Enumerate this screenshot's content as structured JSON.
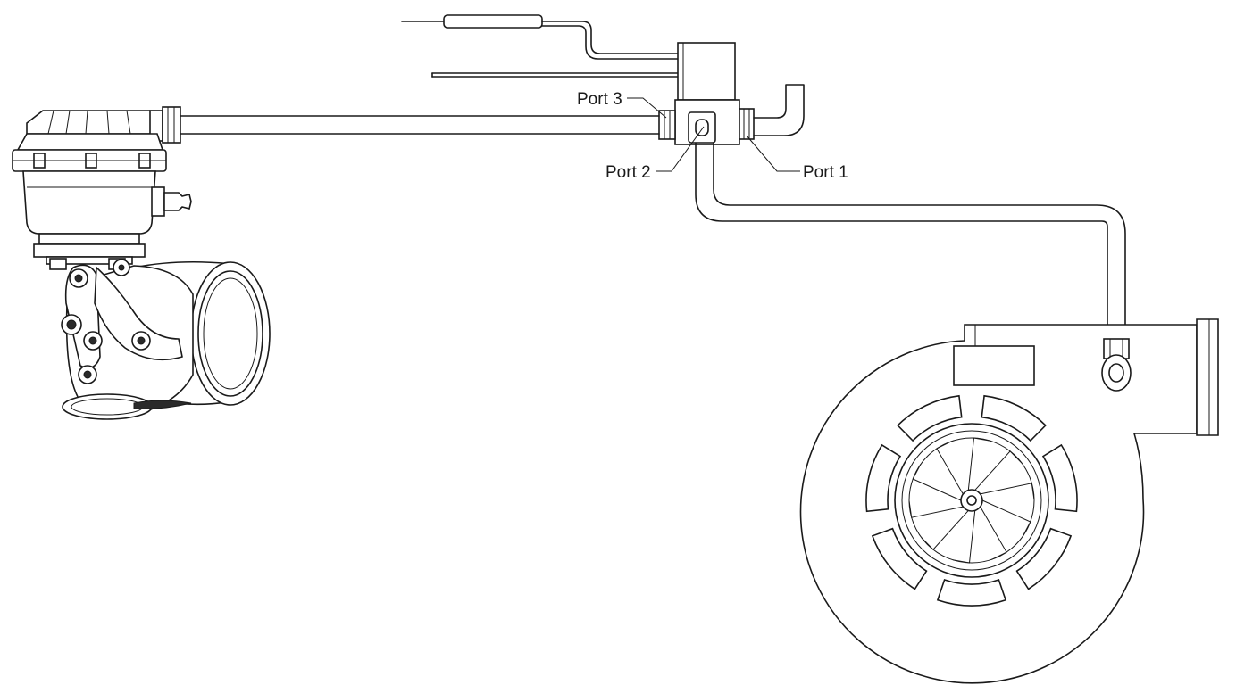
{
  "labels": {
    "port1": "Port 1",
    "port2": "Port 2",
    "port3": "Port 3"
  },
  "colors": {
    "line": "#1a1a1a",
    "background": "#ffffff"
  }
}
